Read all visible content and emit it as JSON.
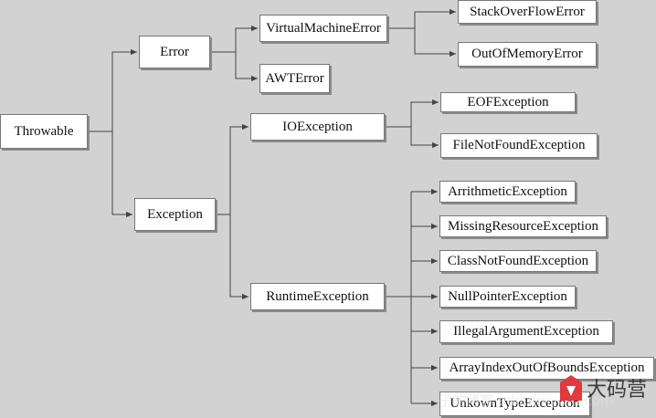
{
  "nodes": {
    "throwable": "Throwable",
    "error": "Error",
    "exception": "Exception",
    "virtual_machine_error": "VirtualMachineError",
    "awt_error": "AWTError",
    "io_exception": "IOException",
    "runtime_exception": "RuntimeException",
    "stack_overflow_error": "StackOverFlowError",
    "out_of_memory_error": "OutOfMemoryError",
    "eof_exception": "EOFException",
    "file_not_found_exception": "FileNotFoundException",
    "arithmetic_exception": "ArrithmeticException",
    "missing_resource_exception": "MissingResourceException",
    "class_not_found_exception": "ClassNotFoundException",
    "null_pointer_exception": "NullPointerException",
    "illegal_argument_exception": "IllegalArgumentException",
    "array_index_out_of_bounds_exception": "ArrayIndexOutOfBoundsException",
    "unknown_type_exception": "UnkownTypeException"
  },
  "edges": [
    [
      "throwable",
      "error"
    ],
    [
      "throwable",
      "exception"
    ],
    [
      "error",
      "virtual_machine_error"
    ],
    [
      "error",
      "awt_error"
    ],
    [
      "virtual_machine_error",
      "stack_overflow_error"
    ],
    [
      "virtual_machine_error",
      "out_of_memory_error"
    ],
    [
      "exception",
      "io_exception"
    ],
    [
      "exception",
      "runtime_exception"
    ],
    [
      "io_exception",
      "eof_exception"
    ],
    [
      "io_exception",
      "file_not_found_exception"
    ],
    [
      "runtime_exception",
      "arithmetic_exception"
    ],
    [
      "runtime_exception",
      "missing_resource_exception"
    ],
    [
      "runtime_exception",
      "class_not_found_exception"
    ],
    [
      "runtime_exception",
      "null_pointer_exception"
    ],
    [
      "runtime_exception",
      "illegal_argument_exception"
    ],
    [
      "runtime_exception",
      "array_index_out_of_bounds_exception"
    ],
    [
      "runtime_exception",
      "unknown_type_exception"
    ]
  ],
  "watermark": {
    "logo_text": "大码营",
    "sub_text": "子的博客 edu.dmyom.com",
    "logo_color": "#e0393e"
  }
}
